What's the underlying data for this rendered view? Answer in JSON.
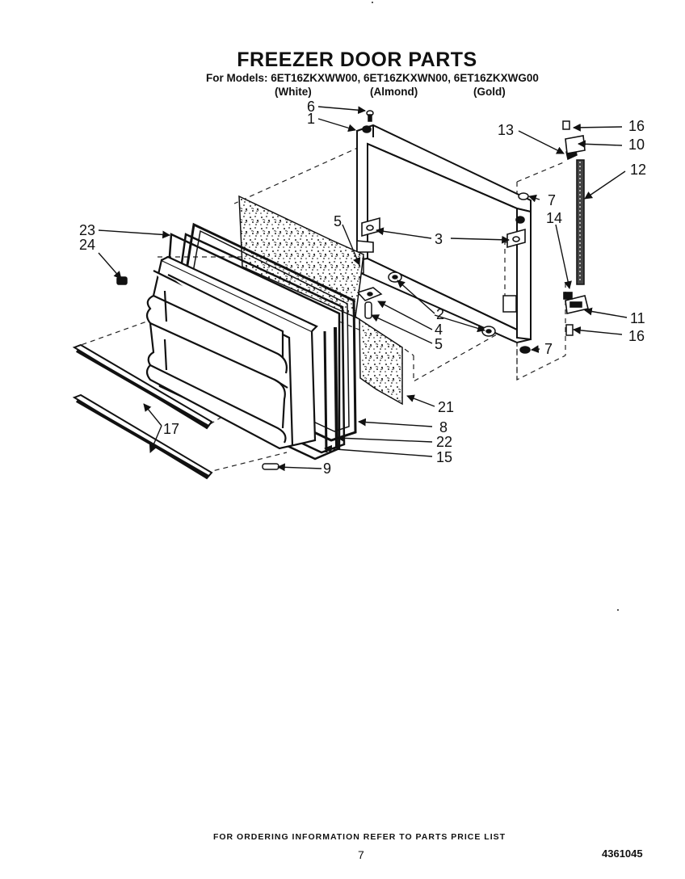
{
  "title": "FREEZER DOOR PARTS",
  "models_line": "For Models: 6ET16ZKXWW00, 6ET16ZKXWN00, 6ET16ZKXWG00",
  "variants": [
    "(White)",
    "(Almond)",
    "(Gold)"
  ],
  "callouts": {
    "c1": "1",
    "c2": "2",
    "c3": "3",
    "c4": "4",
    "c5a": "5",
    "c5b": "5",
    "c6": "6",
    "c7a": "7",
    "c7b": "7",
    "c8": "8",
    "c9": "9",
    "c10": "10",
    "c11": "11",
    "c12": "12",
    "c13": "13",
    "c14": "14",
    "c15": "15",
    "c16a": "16",
    "c16b": "16",
    "c17": "17",
    "c21": "21",
    "c22": "22",
    "c23": "23",
    "c24": "24"
  },
  "footer": {
    "ordering_note": "FOR ORDERING INFORMATION REFER TO PARTS PRICE LIST",
    "page_number": "7",
    "document_number": "4361045"
  }
}
